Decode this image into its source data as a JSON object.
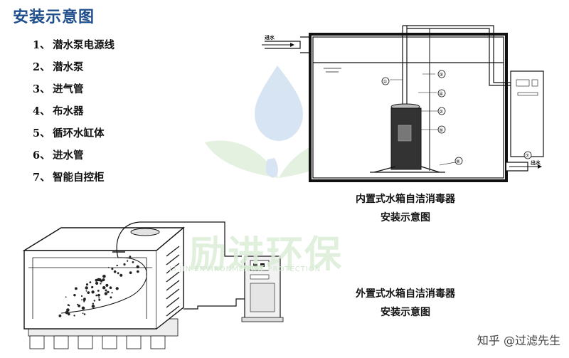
{
  "title": "安装示意图",
  "legend": [
    {
      "num": "1、",
      "label": "潜水泵电源线"
    },
    {
      "num": "2、",
      "label": "潜水泵"
    },
    {
      "num": "3、",
      "label": "进气管"
    },
    {
      "num": "4、",
      "label": "布水器"
    },
    {
      "num": "5、",
      "label": "循环水缸体"
    },
    {
      "num": "6、",
      "label": "进水管"
    },
    {
      "num": "7、",
      "label": "智能自控柜"
    }
  ],
  "internal_caption": {
    "line1": "内置式水箱自洁消毒器",
    "line2": "安装示意图"
  },
  "external_caption": {
    "line1": "外置式水箱自洁消毒器",
    "line2": "安装示意图"
  },
  "inlet_label": "进水",
  "outlet_label": "出水",
  "callouts": [
    "①",
    "②",
    "③",
    "④",
    "⑤",
    "⑥",
    "⑦"
  ],
  "watermark": {
    "cn": "励进环保",
    "en": "LI JIN ENVIRONMENTAL PROTECTION"
  },
  "credit": "知乎 @过滤先生",
  "colors": {
    "title": "#1f4e8c",
    "watermark_green": "#bfe0b8",
    "watermark_blue": "#a9c6e6"
  }
}
